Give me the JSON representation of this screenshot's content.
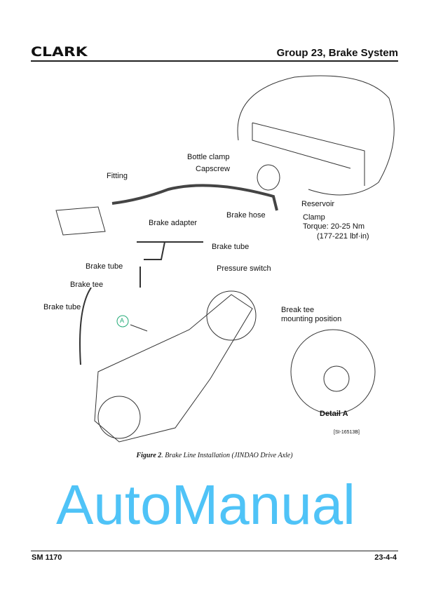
{
  "header": {
    "logo": "CLARK",
    "title": "Group 23, Brake System"
  },
  "labels": {
    "bottle_clamp": "Bottle clamp",
    "capscrew": "Capscrew",
    "fitting": "Fitting",
    "reservoir": "Reservoir",
    "brake_hose": "Brake hose",
    "clamp": "Clamp",
    "torque": "Torque: 20-25 Nm",
    "torque_imperial": "(177-221 lbf·in)",
    "brake_adapter": "Brake adapter",
    "brake_tube_1": "Brake tube",
    "brake_tube_2": "Brake tube",
    "pressure_switch": "Pressure switch",
    "brake_tee": "Brake tee",
    "brake_tube_3": "Brake tube",
    "break_tee_1": "Break tee",
    "break_tee_2": "mounting position",
    "callout_a": "A",
    "detail_a": "Detail A",
    "ref": "[SI-16513B]"
  },
  "caption": {
    "figure": "Figure 2",
    "text": ". Brake Line Installation (JINDAO Drive Axle)"
  },
  "watermark": "AutoManual",
  "footer": {
    "left": "SM 1170",
    "right": "23-4-4"
  }
}
